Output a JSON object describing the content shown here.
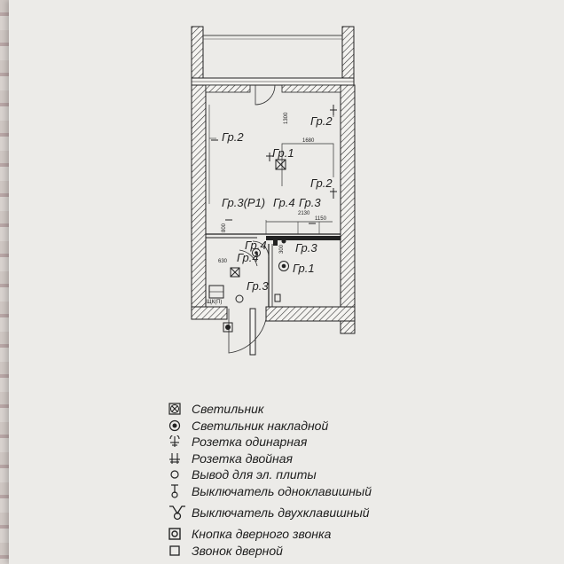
{
  "plan": {
    "labels": {
      "gr2_top_right": "Гр.2",
      "gr2_left": "Гр.2",
      "gr1_room": "Гр.1",
      "gr2_right": "Гр.2",
      "gr3_p1": "Гр.3(Р1)",
      "gr4": "Гр.4",
      "gr3_room": "Гр.3",
      "gr4_hall": "Гр.4",
      "gr3_hall": "Гр.3",
      "gr4_small": "Гр.4",
      "gr1_bath": "Гр.1",
      "gr3_bottom": "Гр.3"
    },
    "dims": {
      "d1300": "1300",
      "d1680": "1680",
      "d2130": "2130",
      "d1150": "1150",
      "d800": "800",
      "d630": "630",
      "d300": "300",
      "shchk": "ЩК(П)"
    }
  },
  "legend": [
    {
      "icon": "luminaire-icon",
      "text": "Светильник"
    },
    {
      "icon": "surface-luminaire-icon",
      "text": "Светильник накладной"
    },
    {
      "icon": "single-socket-icon",
      "text": "Розетка одинарная"
    },
    {
      "icon": "double-socket-icon",
      "text": "Розетка  двойная"
    },
    {
      "icon": "stove-outlet-icon",
      "text": "Вывод для эл. плиты"
    },
    {
      "icon": "single-switch-icon",
      "text": "Выключатель одноклавишный"
    },
    {
      "icon": "double-switch-icon",
      "text": "Выключатель двухклавишный"
    },
    {
      "icon": "door-bell-button-icon",
      "text": "Кнопка дверного звонка"
    },
    {
      "icon": "door-bell-icon",
      "text": "Звонок дверной"
    }
  ]
}
